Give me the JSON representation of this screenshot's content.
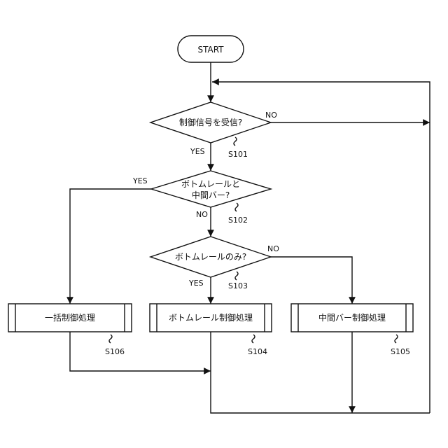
{
  "start": {
    "label": "START"
  },
  "decisions": [
    {
      "id": "d1",
      "lines": [
        "制御信号を受信?"
      ],
      "ref": "S101",
      "yes": "YES",
      "no": "NO"
    },
    {
      "id": "d2",
      "lines": [
        "ボトムレールと",
        "中間バー?"
      ],
      "ref": "S102",
      "yes": "YES",
      "no": "NO"
    },
    {
      "id": "d3",
      "lines": [
        "ボトムレールのみ?"
      ],
      "ref": "S103",
      "yes": "YES",
      "no": "NO"
    }
  ],
  "processes": [
    {
      "id": "p106",
      "label": "一括制御処理",
      "ref": "S106"
    },
    {
      "id": "p104",
      "label": "ボトムレール制御処理",
      "ref": "S104"
    },
    {
      "id": "p105",
      "label": "中間バー制御処理",
      "ref": "S105"
    }
  ]
}
